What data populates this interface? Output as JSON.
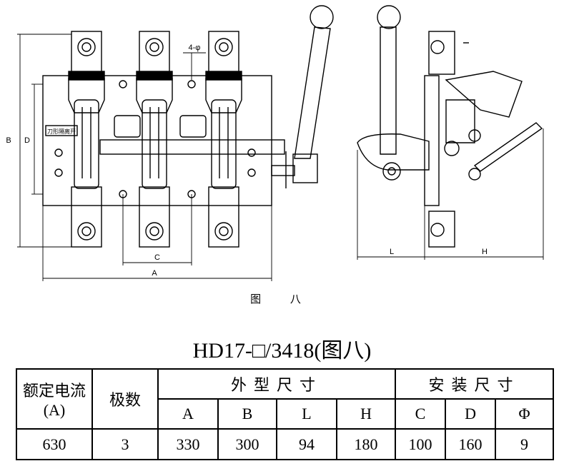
{
  "figure": {
    "caption": "图 八",
    "dim_labels": {
      "a": "A",
      "b": "B",
      "c": "C",
      "d": "D",
      "l": "L",
      "h": "H",
      "holes": "4-φ"
    },
    "nameplate": "刀形隔离开"
  },
  "model_title": "HD17-□/3418(图八)",
  "table": {
    "headers": {
      "rated_current": "额定电流(A)",
      "poles": "极数",
      "outline": "外型尺寸",
      "install": "安装尺寸"
    },
    "sub_headers": [
      "A",
      "B",
      "L",
      "H",
      "C",
      "D",
      "Φ"
    ],
    "row": [
      "630",
      "3",
      "330",
      "300",
      "94",
      "180",
      "100",
      "160",
      "9"
    ]
  }
}
